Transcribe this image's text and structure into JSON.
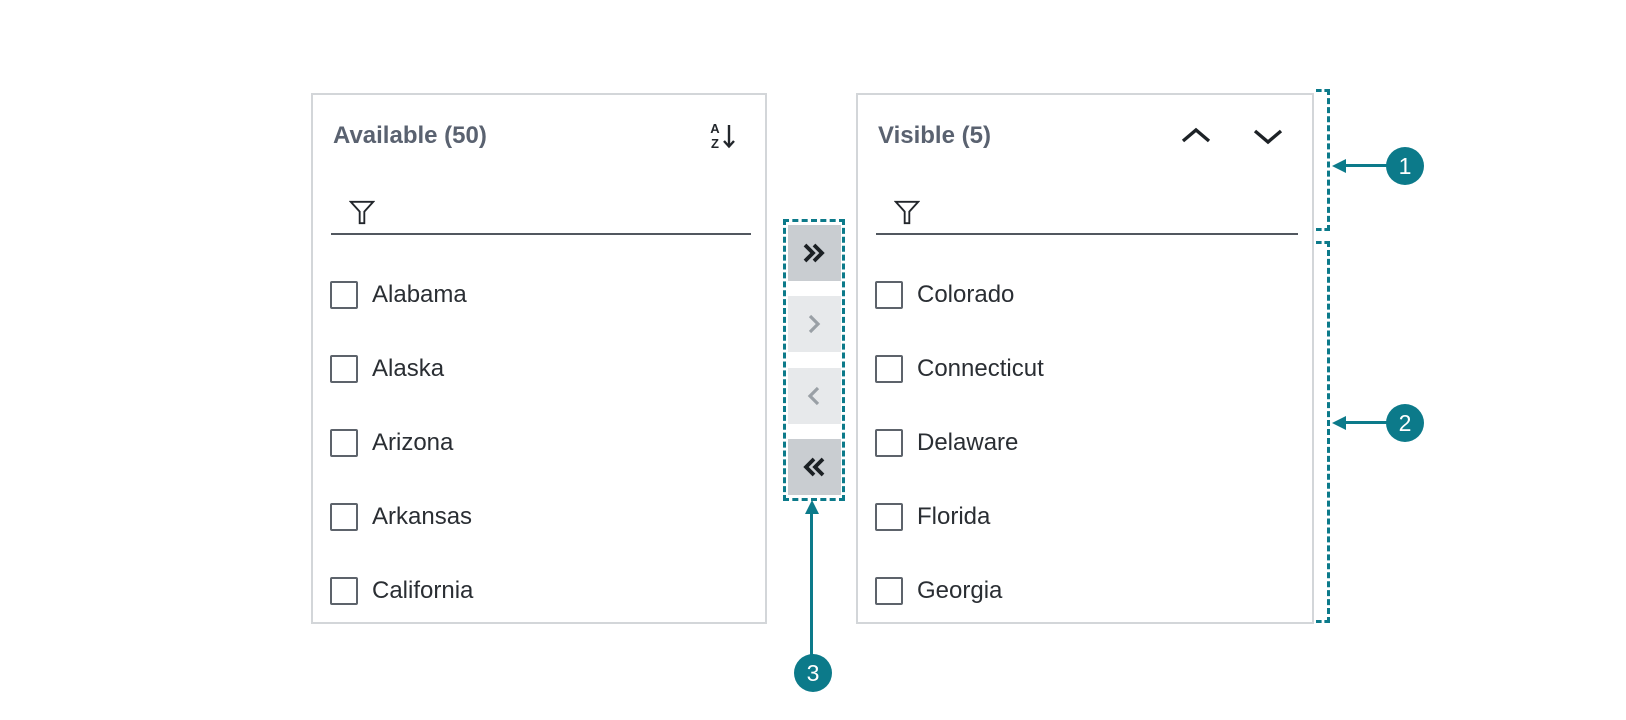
{
  "colors": {
    "annotation_teal": "#0c7a8a",
    "enabled_button_bg": "#c9cdd1",
    "disabled_button_bg": "#e7e9eb",
    "panel_border": "#d3d6d9"
  },
  "available_panel": {
    "title": "Available (50)",
    "sort_button_name": "sort-a-to-z",
    "sort_icon_letters": {
      "top": "A",
      "bottom": "Z"
    },
    "filter_value": "",
    "items": [
      "Alabama",
      "Alaska",
      "Arizona",
      "Arkansas",
      "California"
    ]
  },
  "visible_panel": {
    "title": "Visible (5)",
    "move_up_name": "move-item-up",
    "move_down_name": "move-item-down",
    "filter_value": "",
    "items": [
      "Colorado",
      "Connecticut",
      "Delaware",
      "Florida",
      "Georgia"
    ]
  },
  "transfer": {
    "buttons": [
      {
        "name": "move-all-right",
        "enabled": true
      },
      {
        "name": "move-selected-right",
        "enabled": false
      },
      {
        "name": "move-selected-left",
        "enabled": false
      },
      {
        "name": "move-all-left",
        "enabled": true
      }
    ]
  },
  "annotations": {
    "badges": [
      "1",
      "2",
      "3"
    ]
  }
}
